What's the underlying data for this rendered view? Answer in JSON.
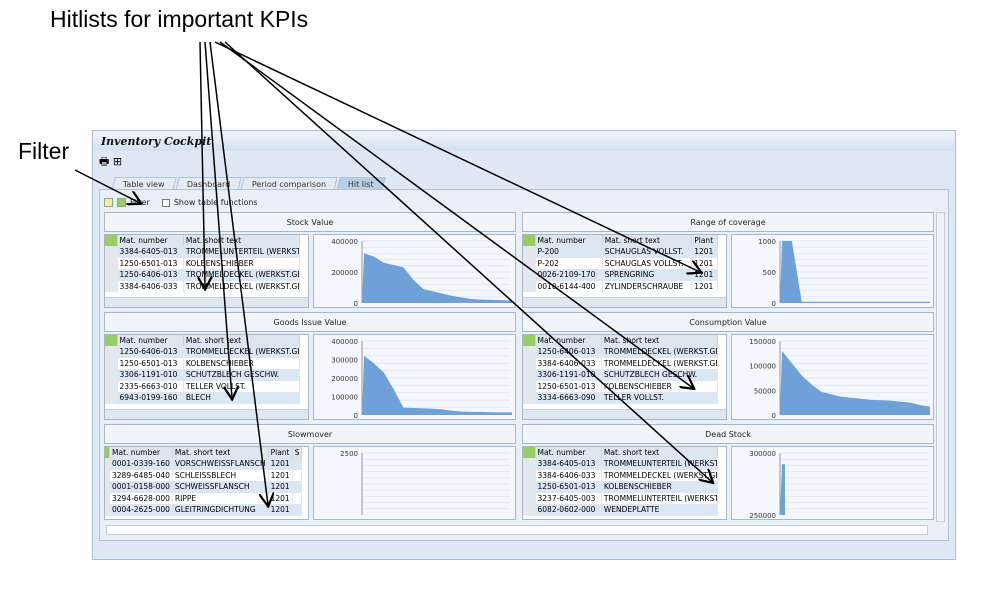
{
  "annotations": {
    "hitlists": "Hitlists for important KPIs",
    "filter": "Filter"
  },
  "window": {
    "title": "Inventory Cockpit",
    "toolbar_icons": [
      "print-icon",
      "layout-icon"
    ]
  },
  "tabs": [
    {
      "label": "Table view"
    },
    {
      "label": "Dashboard"
    },
    {
      "label": "Period comparison"
    },
    {
      "label": "Hit list",
      "active": true
    }
  ],
  "filterbar": {
    "filter_label": "Filter",
    "show_table_functions": "Show table functions",
    "checked": false
  },
  "columns": {
    "mat_number": "Mat. number",
    "mat_text": "Mat. short text",
    "plant": "Plant",
    "s": "S"
  },
  "colors": {
    "chart_fill": "#6fa0d8",
    "row_alt": "#dbe6f3"
  },
  "panels": [
    {
      "title": "Stock Value",
      "has_plant": false,
      "rows": [
        [
          "3384-6405-013",
          "TROMMELUNTERTEIL (WERKST."
        ],
        [
          "1250-6501-013",
          "KOLBENSCHIEBER"
        ],
        [
          "1250-6406-013",
          "TROMMELDECKEL (WERKST.GEP"
        ],
        [
          "3384-6406-033",
          "TROMMELDECKEL (WERKST.GEP"
        ]
      ],
      "chart": {
        "ticks": [
          "400000",
          "200000",
          "0"
        ],
        "ymax": 400000,
        "values": [
          320000,
          300000,
          260000,
          245000,
          230000,
          150000,
          90000,
          75000,
          60000,
          45000,
          35000,
          25000,
          22000,
          20000,
          18000,
          15000
        ]
      }
    },
    {
      "title": "Range of coverage",
      "has_plant": true,
      "rows": [
        [
          "P-200",
          "SCHAUGLAS VOLLST.",
          "1201"
        ],
        [
          "P-202",
          "SCHAUGLAS VOLLST.",
          "1201"
        ],
        [
          "0026-2109-170",
          "SPRENGRING",
          "1201"
        ],
        [
          "0010-6144-400",
          "ZYLINDERSCHRAUBE",
          "1201"
        ]
      ],
      "chart": {
        "ticks": [
          "1000",
          "500",
          "0"
        ],
        "ymax": 1000,
        "values": [
          1000,
          1000,
          20,
          20,
          20,
          20,
          20,
          20,
          20,
          20,
          20,
          20,
          20,
          20,
          20,
          20
        ]
      }
    },
    {
      "title": "Goods Issue Value",
      "has_plant": false,
      "rows": [
        [
          "1250-6406-013",
          "TROMMELDECKEL (WERKST.GEP"
        ],
        [
          "1250-6501-013",
          "KOLBENSCHIEBER"
        ],
        [
          "3306-1191-010",
          "SCHUTZBLECH GESCHW."
        ],
        [
          "2335-6663-010",
          "TELLER VOLLST."
        ],
        [
          "6943-0199-160",
          "BLECH"
        ]
      ],
      "chart": {
        "ticks": [
          "400000",
          "300000",
          "200000",
          "100000",
          "0"
        ],
        "ymax": 400000,
        "values": [
          320000,
          280000,
          230000,
          140000,
          40000,
          38000,
          36000,
          34000,
          30000,
          22000,
          18000,
          17000,
          16000,
          15000,
          14000,
          14000
        ]
      }
    },
    {
      "title": "Consumption Value",
      "has_plant": false,
      "rows": [
        [
          "1250-6406-013",
          "TROMMELDECKEL (WERKST.GEP"
        ],
        [
          "3384-6406-033",
          "TROMMELDECKEL (WERKST.GEP"
        ],
        [
          "3306-1191-010",
          "SCHUTZBLECH GESCHW."
        ],
        [
          "1250-6501-013",
          "KOLBENSCHIEBER"
        ],
        [
          "3334-6663-090",
          "TELLER VOLLST."
        ]
      ],
      "chart": {
        "ticks": [
          "150000",
          "100000",
          "50000",
          "0"
        ],
        "ymax": 150000,
        "values": [
          130000,
          105000,
          80000,
          62000,
          47000,
          42000,
          37000,
          35000,
          33000,
          31000,
          30000,
          29000,
          27000,
          25000,
          20000,
          17000
        ]
      }
    },
    {
      "title": "Slowmover",
      "has_plant": true,
      "has_s": true,
      "rows": [
        [
          "0001-0339-160",
          "VORSCHWEISSFLANSCH",
          "1201"
        ],
        [
          "3289-6485-040",
          "SCHLEISSBLECH",
          "1201"
        ],
        [
          "0001-0158-000",
          "SCHWEISSFLANSCH",
          "1201"
        ],
        [
          "3294-6628-000",
          "RIPPE",
          "1201"
        ],
        [
          "0004-2625-000",
          "GLEITRINGDICHTUNG",
          "1201"
        ]
      ],
      "chart": {
        "ticks": [
          "2500"
        ],
        "ymax": 2500,
        "values": []
      }
    },
    {
      "title": "Dead Stock",
      "has_plant": false,
      "rows": [
        [
          "3384-6405-013",
          "TROMMELUNTERTEIL (WERKST.GEP"
        ],
        [
          "3384-6406-033",
          "TROMMELDECKEL (WERKST.GEPRUE"
        ],
        [
          "1250-6501-013",
          "KOLBENSCHIEBER"
        ],
        [
          "3237-6405-003",
          "TROMMELUNTERTEIL (WERKST.GEP"
        ],
        [
          "6082-0602-000",
          "WENDEPLATTE"
        ]
      ],
      "chart": {
        "ticks": [
          "300000",
          "250000"
        ],
        "ymax": 300000,
        "ymin": 245000,
        "values": [
          290000,
          290000
        ]
      }
    }
  ]
}
